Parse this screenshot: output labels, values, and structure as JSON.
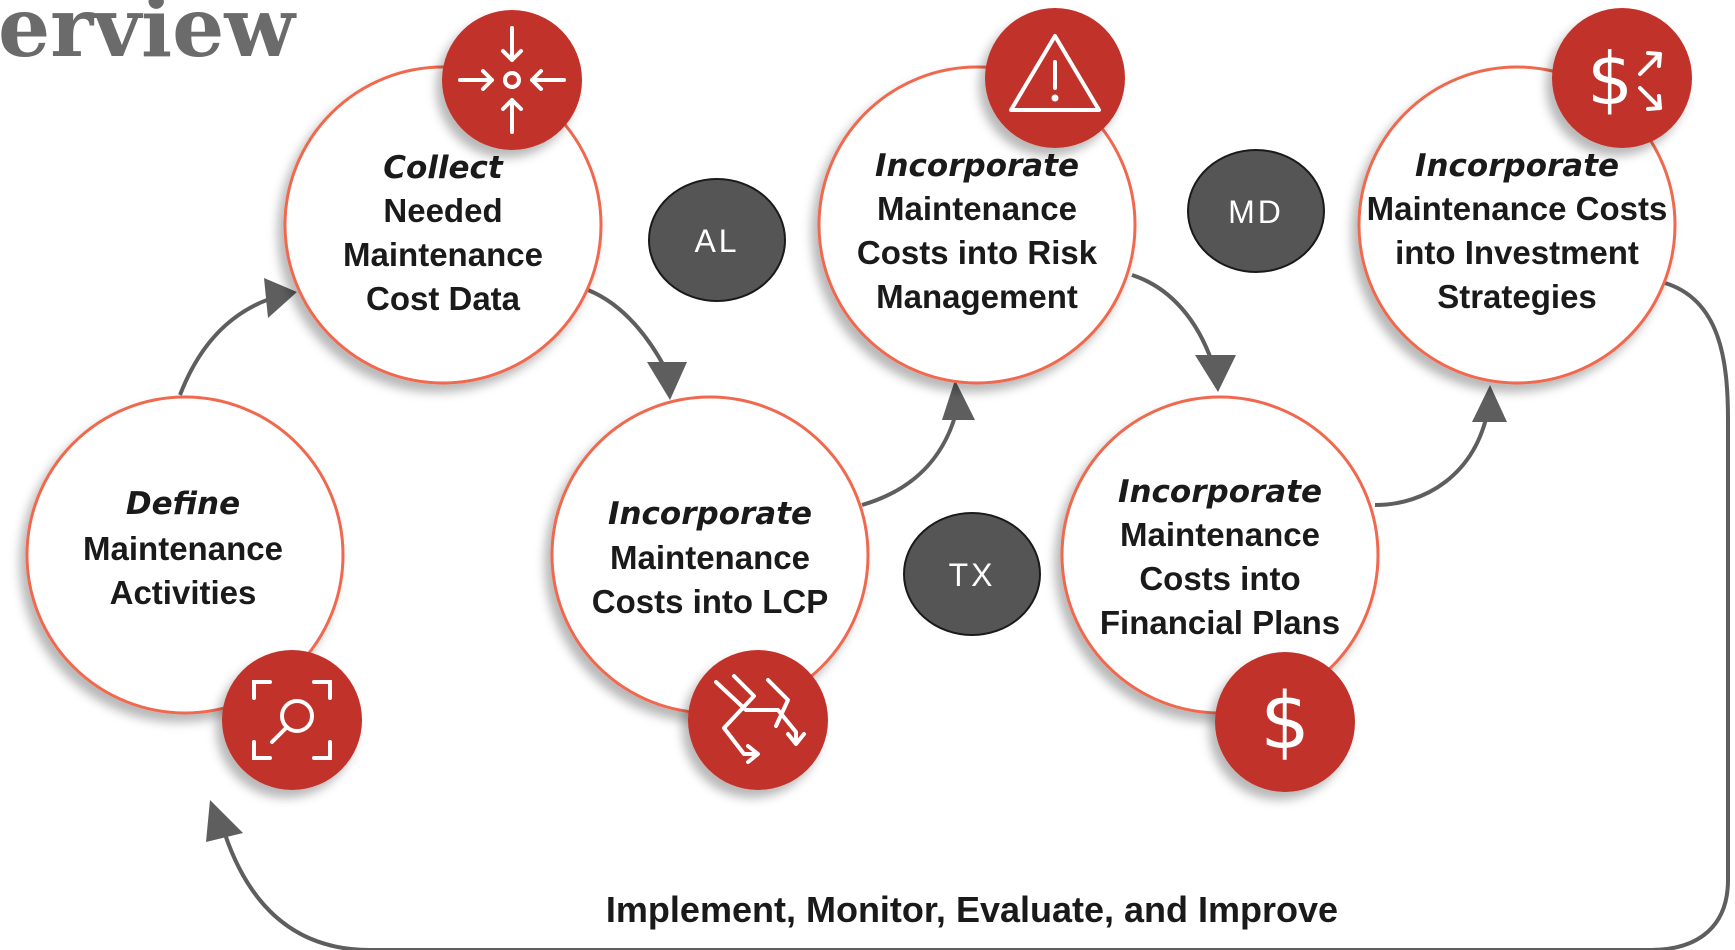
{
  "title": "erview",
  "colors": {
    "accent": "#c1312b",
    "ring": "#f0694f",
    "state_badge": "#555555",
    "arrow": "#5e5e5e"
  },
  "steps": [
    {
      "id": "define",
      "title": "Define",
      "lines": [
        "Maintenance",
        "Activities"
      ],
      "icon": "search-scan-icon"
    },
    {
      "id": "collect",
      "title": "Collect",
      "lines": [
        "Needed",
        "Maintenance",
        "Cost Data"
      ],
      "icon": "converge-arrows-icon"
    },
    {
      "id": "lcp",
      "title": "Incorporate",
      "lines": [
        "Maintenance",
        "Costs into LCP"
      ],
      "icon": "crossing-paths-icon"
    },
    {
      "id": "risk",
      "title": "Incorporate",
      "lines": [
        "Maintenance",
        "Costs into Risk",
        "Management"
      ],
      "icon": "warning-icon"
    },
    {
      "id": "financial",
      "title": "Incorporate",
      "lines": [
        "Maintenance",
        "Costs into",
        "Financial Plans"
      ],
      "icon": "dollar-icon"
    },
    {
      "id": "investment",
      "title": "Incorporate",
      "lines": [
        "Maintenance Costs",
        "into Investment",
        "Strategies"
      ],
      "icon": "dollar-exchange-icon"
    }
  ],
  "states": [
    "AL",
    "TX",
    "MD"
  ],
  "cycle_label": "Implement, Monitor, Evaluate, and Improve"
}
